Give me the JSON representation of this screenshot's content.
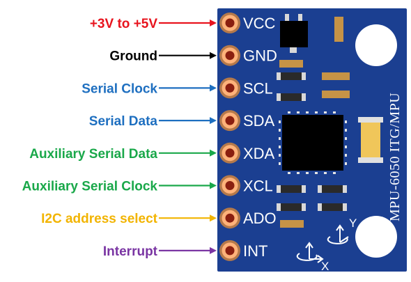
{
  "board": {
    "name": "MPU-6050 ITG/MPU",
    "axis_x": "X",
    "axis_y": "Y",
    "color": "#1b3f91"
  },
  "pins": [
    {
      "name": "VCC",
      "description": "+3V to +5V",
      "color": "#e8141e"
    },
    {
      "name": "GND",
      "description": "Ground",
      "color": "#000000"
    },
    {
      "name": "SCL",
      "description": "Serial Clock",
      "color": "#1e6fc0"
    },
    {
      "name": "SDA",
      "description": "Serial Data",
      "color": "#1e6fc0"
    },
    {
      "name": "XDA",
      "description": "Auxiliary Serial Data",
      "color": "#1aa84a"
    },
    {
      "name": "XCL",
      "description": "Auxiliary Serial Clock",
      "color": "#1aa84a"
    },
    {
      "name": "ADO",
      "description": "I2C address select",
      "color": "#f2b400"
    },
    {
      "name": "INT",
      "description": "Interrupt",
      "color": "#7a35a3"
    }
  ]
}
